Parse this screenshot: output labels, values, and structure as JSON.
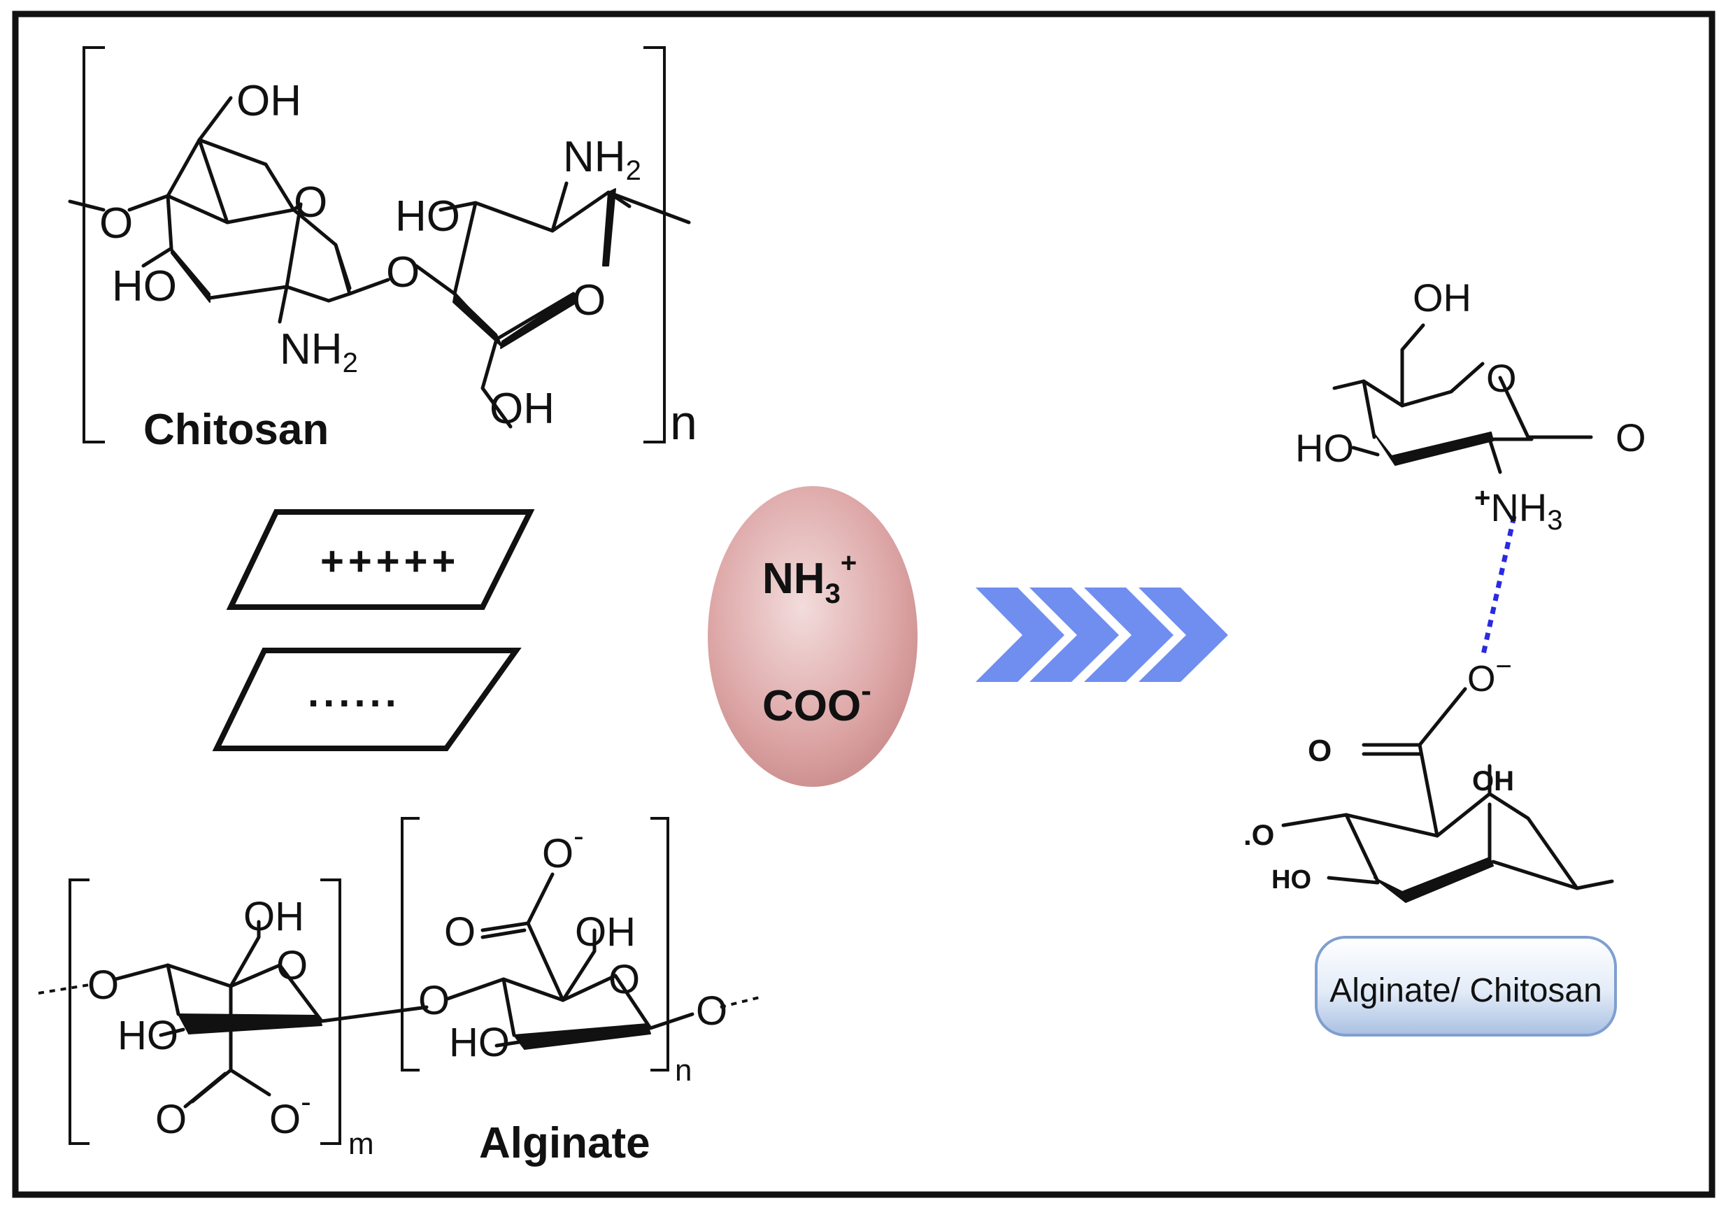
{
  "chitosan": {
    "name": "Chitosan",
    "oh_top": "OH",
    "ring_o": "O",
    "o_link_left": "O",
    "ho_left": "HO",
    "nh2_bottom": "NH",
    "nh2_bottom_sub": "2",
    "o_glycosidic": "O",
    "ho_right": "HO",
    "nh2_top": "NH",
    "nh2_top_sub": "2",
    "ring_o_right": "O",
    "oh_bottom": "OH",
    "repeat": "n"
  },
  "layers": {
    "positive": "+++++",
    "negative": "......"
  },
  "ion_bubble": {
    "cation": "NH",
    "cation_sub": "3",
    "cation_sup": "+",
    "anion": "COO",
    "anion_sup": "-",
    "color": "#d9a0a0"
  },
  "arrows": {
    "color": "#6f8ef0",
    "count": 4
  },
  "alginate": {
    "name": "Alginate",
    "oh_1": "OH",
    "ring_o_1": "O",
    "o_link_left": "O",
    "ho_1": "HO",
    "carbonyl_o_1": "O",
    "carboxylate_o_1": "O",
    "charge_1": "-",
    "o_glycosidic": "O",
    "carboxylate_o_2": "O",
    "charge_2": "-",
    "carbonyl_o_2": "O",
    "oh_2": "OH",
    "ring_o_2": "O",
    "ho_2": "HO",
    "o_link_right": "O",
    "repeat_m": "m",
    "repeat_n": "n"
  },
  "complex": {
    "oh_top": "OH",
    "ring_o": "O",
    "ho": "HO",
    "o_right": "O",
    "ammonium_plus": "+",
    "ammonium": "NH",
    "ammonium_sub": "3",
    "carboxylate_o": "O",
    "carboxylate_charge": "−",
    "carbonyl_o": "O",
    "oh_alg": "OH",
    "o_left": ".O",
    "ho_alg": "HO",
    "badge": "Alginate/ Chitosan",
    "hbond_color": "#2a2ae0"
  }
}
